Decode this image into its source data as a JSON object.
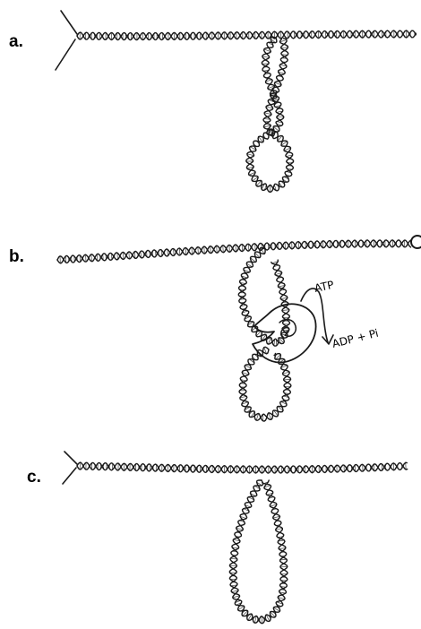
{
  "panels": [
    {
      "label": "a."
    },
    {
      "label": "b.",
      "enzyme_input": "ATP",
      "enzyme_output": "ADP + Pi"
    },
    {
      "label": "c."
    }
  ]
}
